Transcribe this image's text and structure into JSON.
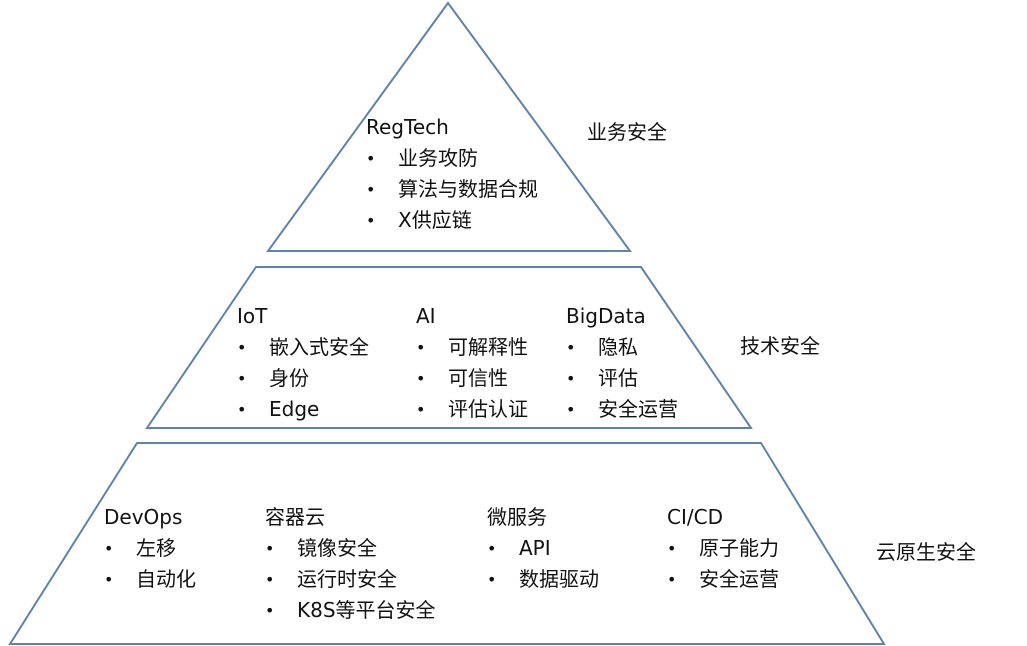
{
  "colors": {
    "line": "#5f82ab"
  },
  "tiers": [
    {
      "label": "业务安全",
      "groups": [
        {
          "title": "RegTech",
          "items": [
            "业务攻防",
            "算法与数据合规",
            "X供应链"
          ]
        }
      ]
    },
    {
      "label": "技术安全",
      "groups": [
        {
          "title": "IoT",
          "items": [
            "嵌入式安全",
            "身份",
            "Edge"
          ]
        },
        {
          "title": "AI",
          "items": [
            "可解释性",
            "可信性",
            "评估认证"
          ]
        },
        {
          "title": "BigData",
          "items": [
            "隐私",
            "评估",
            "安全运营"
          ]
        }
      ]
    },
    {
      "label": "云原生安全",
      "groups": [
        {
          "title": "DevOps",
          "items": [
            "左移",
            "自动化"
          ]
        },
        {
          "title": "容器云",
          "items": [
            "镜像安全",
            "运行时安全",
            "K8S等平台安全"
          ]
        },
        {
          "title": "微服务",
          "items": [
            "API",
            "数据驱动"
          ]
        },
        {
          "title": "CI/CD",
          "items": [
            "原子能力",
            "安全运营"
          ]
        }
      ]
    }
  ]
}
